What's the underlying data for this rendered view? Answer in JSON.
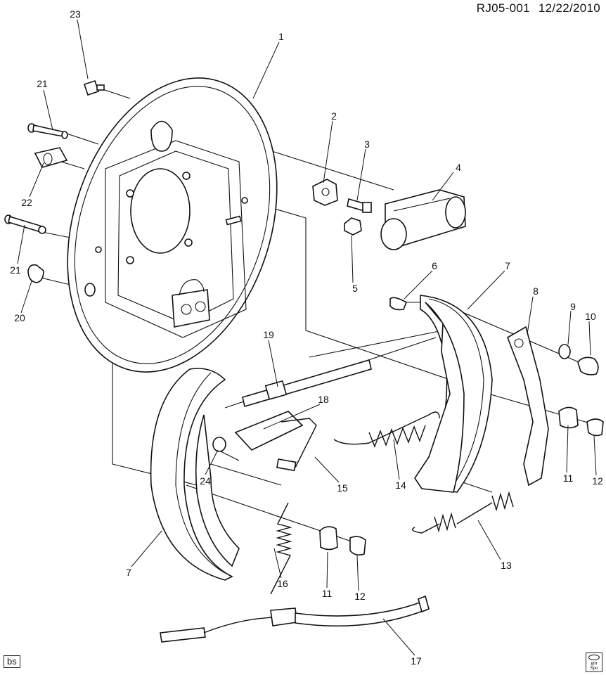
{
  "header": {
    "diagram_id": "RJ05-001",
    "date": "12/22/2010"
  },
  "footer": {
    "badge": "bs",
    "logo_text": [
      "gm",
      "Spo"
    ]
  },
  "callouts": [
    "23",
    "1",
    "21",
    "2",
    "3",
    "4",
    "22",
    "21",
    "5",
    "6",
    "7",
    "8",
    "9",
    "10",
    "20",
    "19",
    "18",
    "24",
    "15",
    "14",
    "11",
    "12",
    "13",
    "7",
    "16",
    "11",
    "12",
    "17"
  ]
}
